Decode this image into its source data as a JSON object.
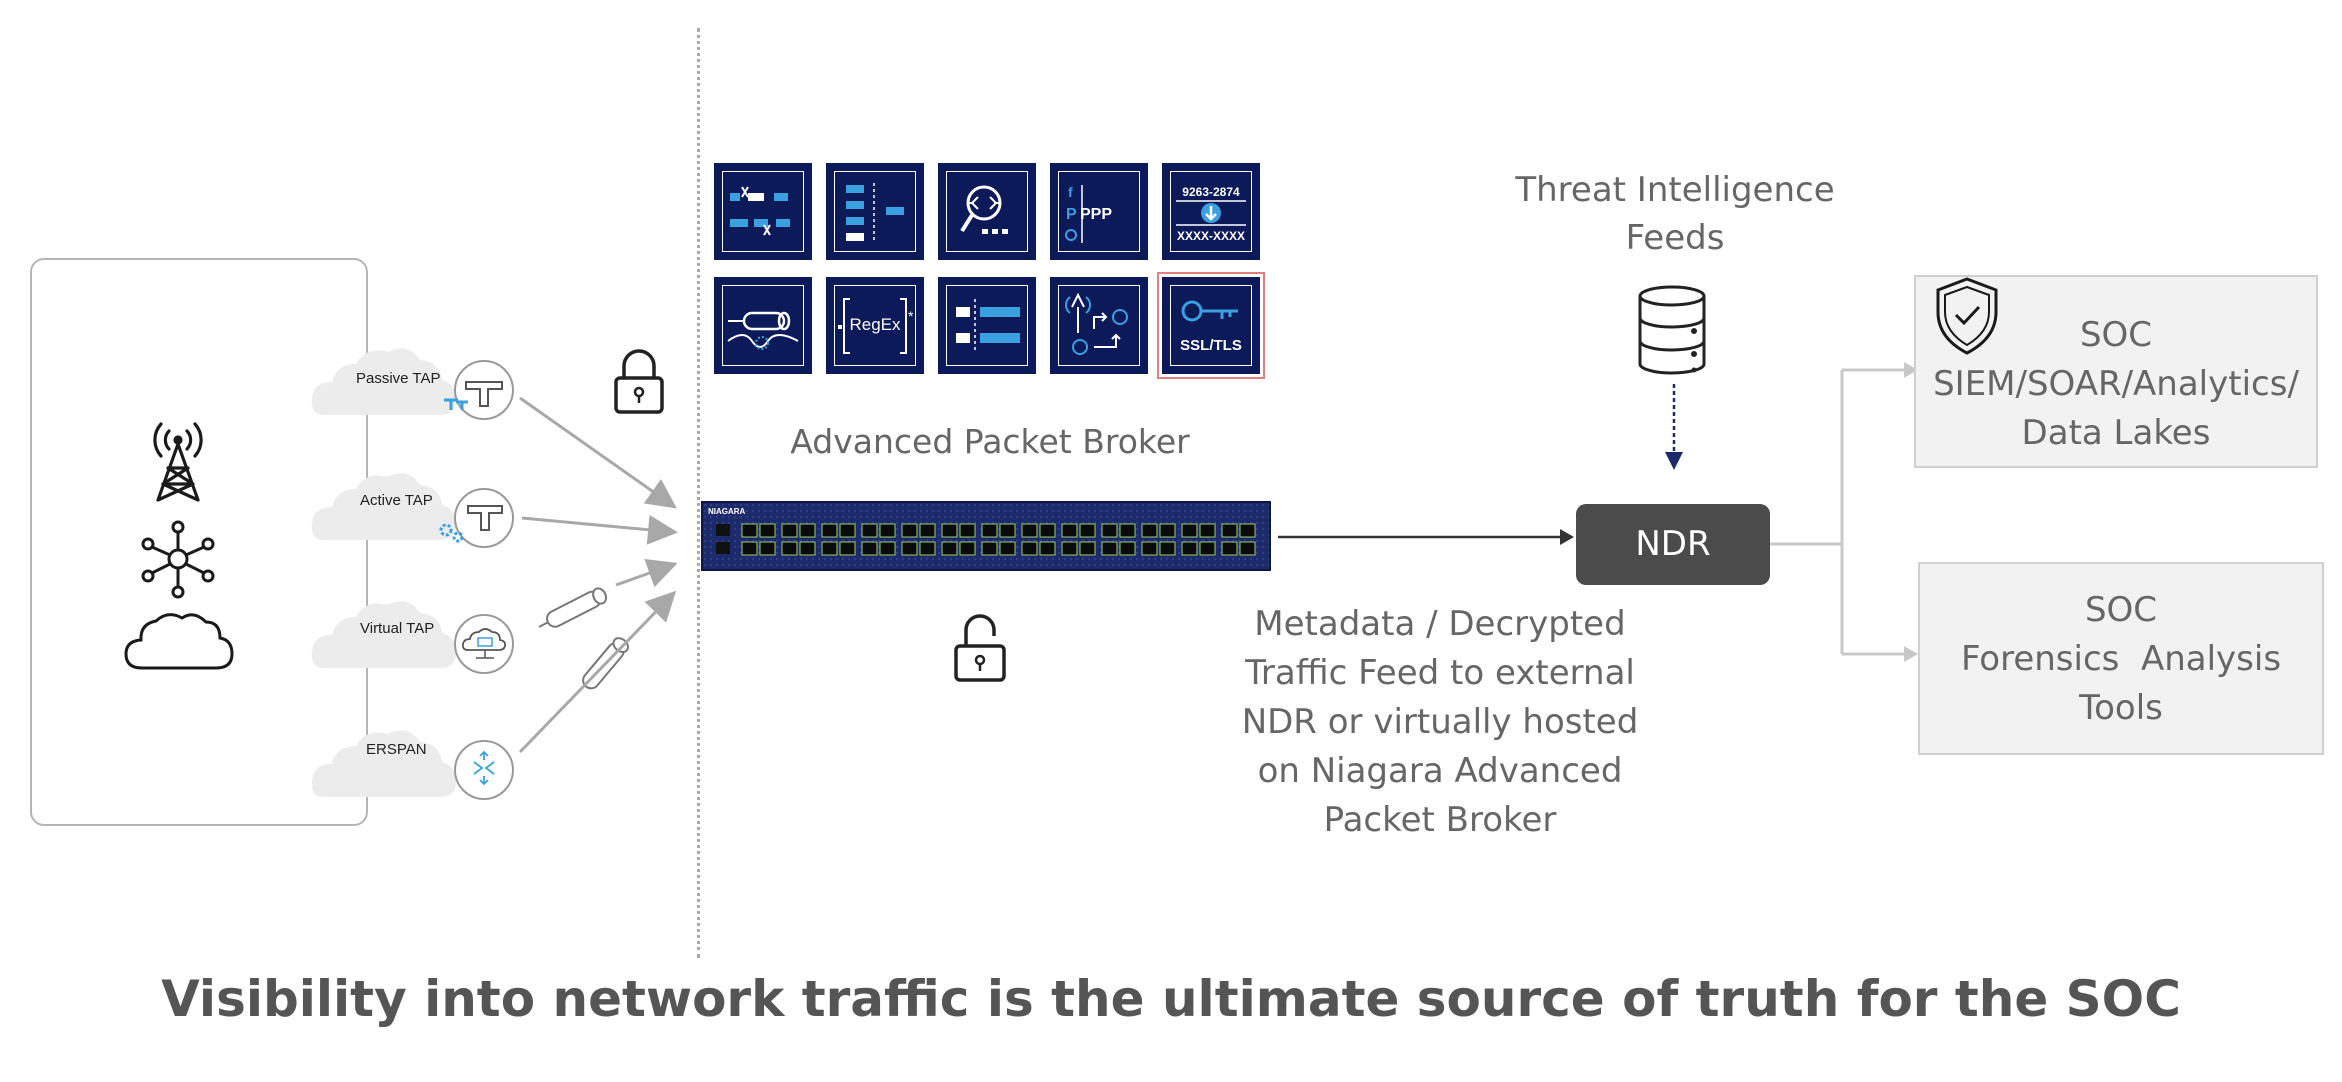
{
  "sources": {
    "icons": [
      "cell-tower-icon",
      "network-hub-icon",
      "cloud-icon"
    ]
  },
  "taps": [
    {
      "label": "Passive TAP",
      "icon": "passive-tap-icon"
    },
    {
      "label": "Active TAP",
      "icon": "active-tap-icon"
    },
    {
      "label": "Virtual TAP",
      "icon": "virtual-tap-icon"
    },
    {
      "label": "ERSPAN",
      "icon": "erspan-icon"
    }
  ],
  "features": {
    "row1": [
      "packet-filtering-icon",
      "aggregation-icon",
      "deep-packet-inspection-icon",
      "application-identification-icon",
      "data-masking-icon"
    ],
    "row2": [
      "packet-slicing-icon",
      "regex-icon",
      "load-balancing-icon",
      "netflow-icon",
      "ssl-tls-icon"
    ],
    "masking_example": {
      "top": "9263-2874",
      "bottom": "XXXX-XXXX"
    },
    "regex_label": "RegEx",
    "ssl_label": "SSL/TLS"
  },
  "broker": {
    "title": "Advanced Packet Broker",
    "brand": "NIAGARA"
  },
  "threat_intel": {
    "line1": "Threat Intelligence",
    "line2": "Feeds"
  },
  "ndr": {
    "label": "NDR"
  },
  "metadata_note": {
    "lines": [
      "Metadata / Decrypted",
      "Traffic Feed to external",
      "NDR or virtually hosted",
      "on Niagara Advanced",
      "Packet Broker"
    ]
  },
  "soc_siem": {
    "lines": [
      "SOC",
      "SIEM/SOAR/Analytics/",
      "Data Lakes"
    ]
  },
  "soc_forensics": {
    "lines": [
      "SOC",
      "Forensics  Analysis",
      "Tools"
    ]
  },
  "footer": {
    "text": "Visibility into network traffic is the ultimate source of truth for the SOC"
  },
  "colors": {
    "tile_navy": "#0c1a5a",
    "tile_accent": "#3aa0e0",
    "ndr_box": "#4b4b4b",
    "soc_box": "#f2f2f2",
    "text_gray": "#666666",
    "connector_gray": "#aaaaaa"
  }
}
